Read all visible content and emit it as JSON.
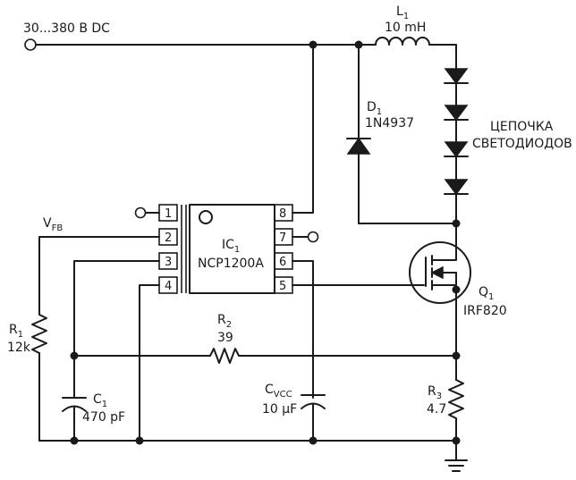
{
  "supply": {
    "label": "30...380 В DC"
  },
  "L1": {
    "ref": "L",
    "sub": "1",
    "value": "10 mH"
  },
  "D1": {
    "ref": "D",
    "sub": "1",
    "part": "1N4937"
  },
  "led_chain": {
    "line1": "ЦЕПОЧКА",
    "line2": "СВЕТОДИОДОВ"
  },
  "IC1": {
    "ref": "IC",
    "sub": "1",
    "part": "NCP1200A",
    "pins": [
      "1",
      "2",
      "3",
      "4",
      "5",
      "6",
      "7",
      "8"
    ]
  },
  "Q1": {
    "ref": "Q",
    "sub": "1",
    "part": "IRF820"
  },
  "VFB": {
    "ref": "V",
    "sub": "FB"
  },
  "R1": {
    "ref": "R",
    "sub": "1",
    "value": "12k"
  },
  "R2": {
    "ref": "R",
    "sub": "2",
    "value": "39"
  },
  "R3": {
    "ref": "R",
    "sub": "3",
    "value": "4.7"
  },
  "C1": {
    "ref": "C",
    "sub": "1",
    "value": "470 pF"
  },
  "CVCC": {
    "ref": "C",
    "sub": "VCC",
    "value": "10 µF"
  }
}
